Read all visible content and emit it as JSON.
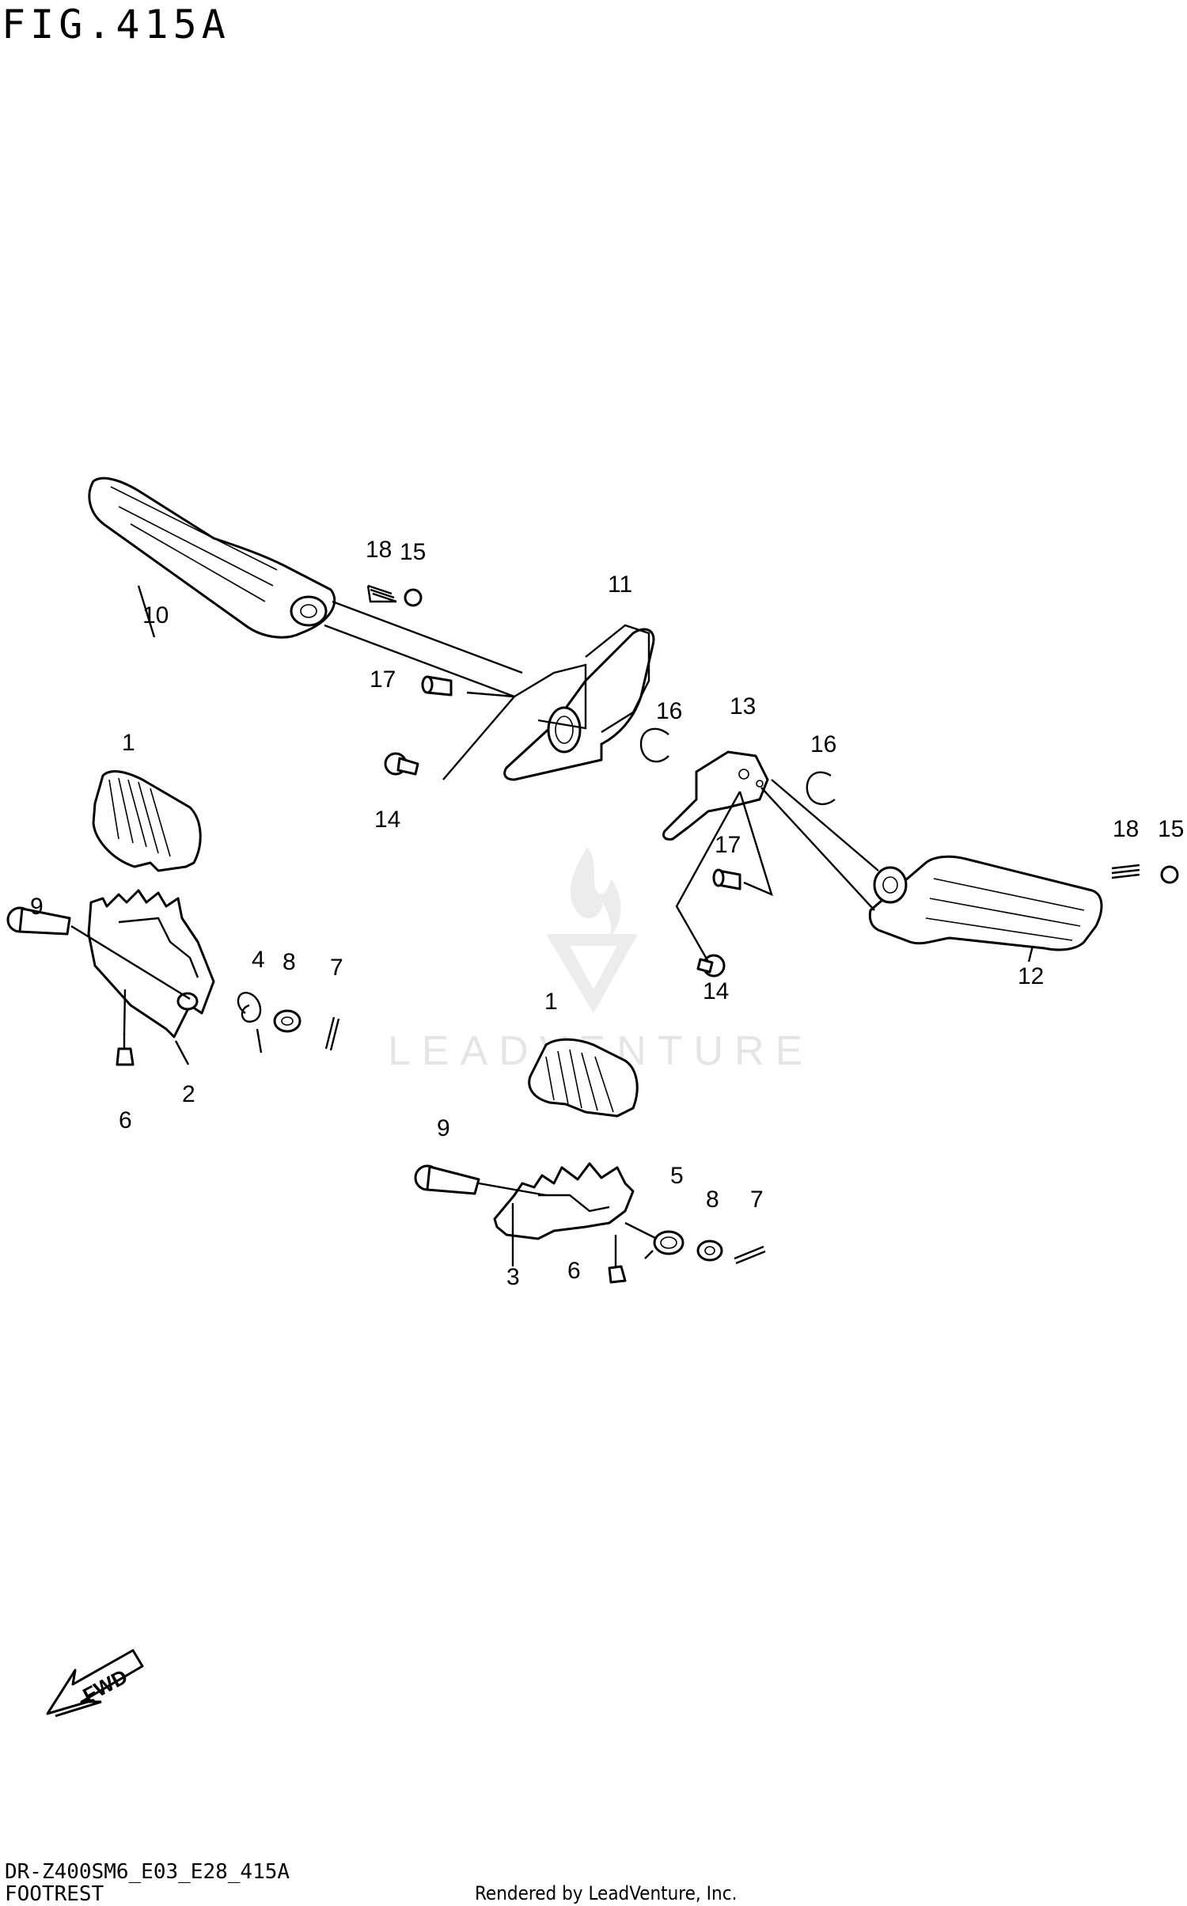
{
  "figure": {
    "title": "FIG.415A"
  },
  "footer": {
    "model_code": "DR-Z400SM6_E03_E28_415A",
    "section_name": "FOOTREST",
    "credit": "Rendered by LeadVenture, Inc."
  },
  "watermark": {
    "text": "LEADVENTURE"
  },
  "fwd_arrow": {
    "label": "FWD"
  },
  "callouts": {
    "c1a": "1",
    "c1b": "1",
    "c2": "2",
    "c3": "3",
    "c4": "4",
    "c5": "5",
    "c6a": "6",
    "c6b": "6",
    "c7a": "7",
    "c7b": "7",
    "c8a": "8",
    "c8b": "8",
    "c9a": "9",
    "c9b": "9",
    "c10": "10",
    "c11": "11",
    "c12": "12",
    "c13": "13",
    "c14a": "14",
    "c14b": "14",
    "c15a": "15",
    "c15b": "15",
    "c16a": "16",
    "c16b": "16",
    "c17a": "17",
    "c17b": "17",
    "c18a": "18",
    "c18b": "18"
  },
  "colors": {
    "ink": "#000000",
    "watermark": "#e5e5e5",
    "background": "#ffffff"
  }
}
